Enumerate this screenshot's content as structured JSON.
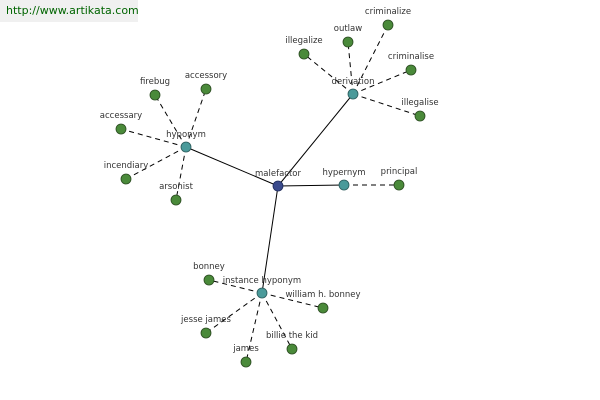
{
  "banner": {
    "url": "http://www.artikata.com"
  },
  "colors": {
    "center_node": "#3a4a8c",
    "relation_node": "#4a9a9a",
    "leaf_node": "#4a8a3a",
    "edge": "#000000"
  },
  "graph": {
    "center": {
      "id": "malefactor",
      "label": "malefactor"
    },
    "relations": [
      {
        "id": "derivation",
        "label": "derivation",
        "terms": [
          "illegalize",
          "outlaw",
          "criminalize",
          "criminalise",
          "illegalise"
        ]
      },
      {
        "id": "hyponym",
        "label": "hyponym",
        "terms": [
          "firebug",
          "accessory",
          "accessary",
          "incendiary",
          "arsonist"
        ]
      },
      {
        "id": "hypernym",
        "label": "hypernym",
        "terms": [
          "principal"
        ]
      },
      {
        "id": "instance-hyponym",
        "label": "instance hyponym",
        "terms": [
          "bonney",
          "william h. bonney",
          "jesse james",
          "billie the kid",
          "james"
        ]
      }
    ]
  }
}
